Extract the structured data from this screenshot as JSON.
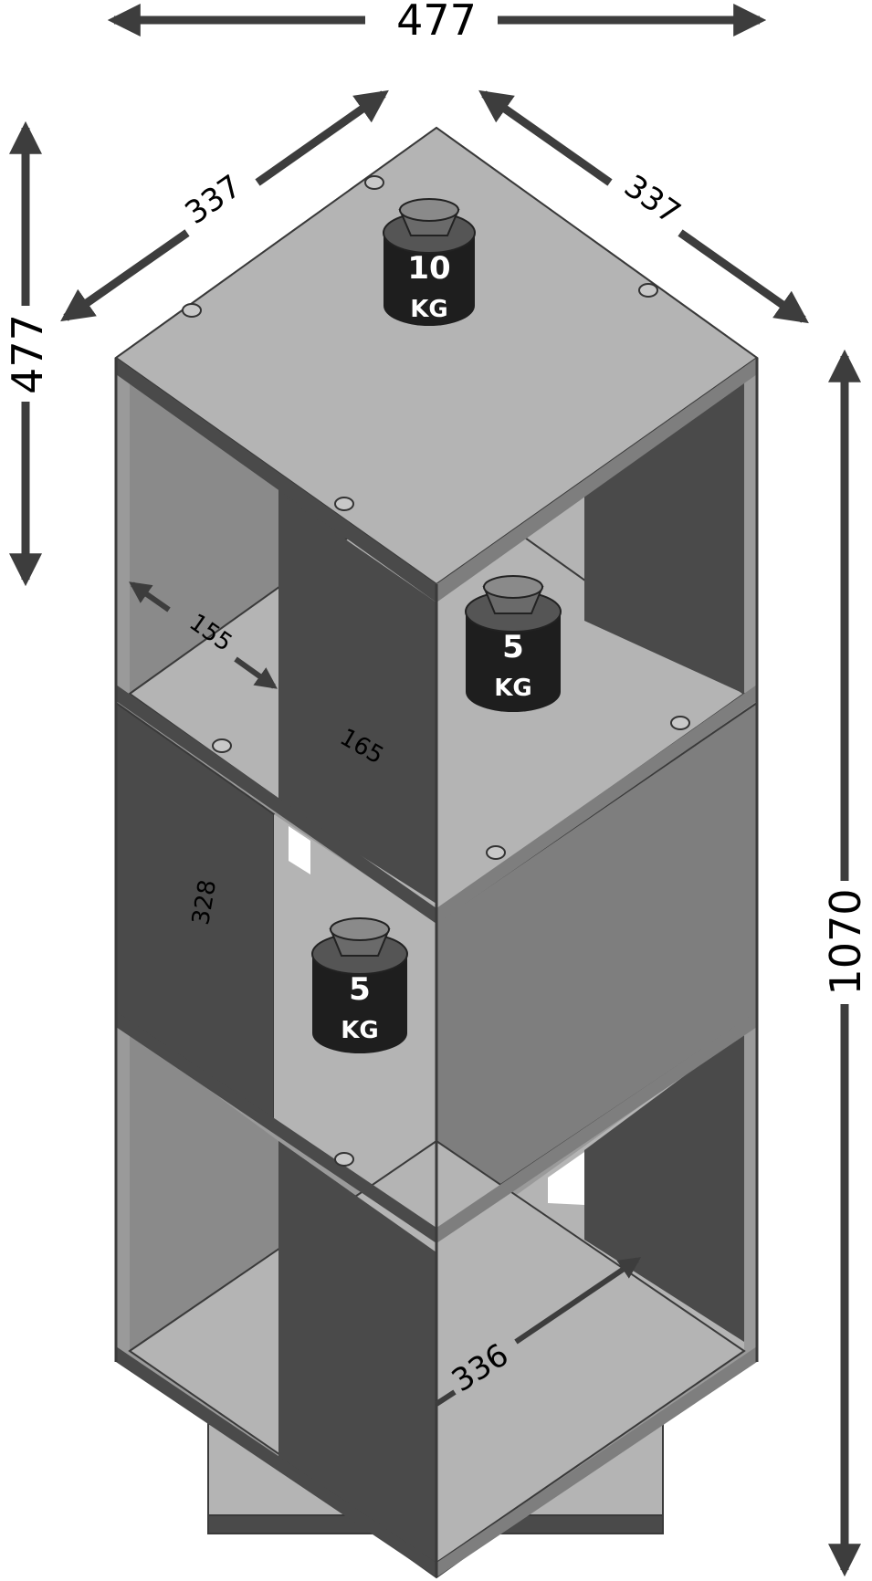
{
  "dimensions": {
    "total_width": "477",
    "left_depth": "337",
    "right_depth": "337",
    "section_height": "477",
    "total_height": "1070",
    "opening_depth": "155",
    "inner_width": "165",
    "inner_height": "328",
    "base_depth": "336"
  },
  "weights": [
    {
      "value": "10",
      "unit": "KG"
    },
    {
      "value": "5",
      "unit": "KG"
    },
    {
      "value": "5",
      "unit": "KG"
    }
  ],
  "colors": {
    "panel_light": "#b4b4b4",
    "panel_mid": "#7e7e7e",
    "panel_dark": "#4a4a4a",
    "edge": "#3a3a3a",
    "weight_body": "#1e1e1e",
    "arrow": "#3d3d3d"
  }
}
